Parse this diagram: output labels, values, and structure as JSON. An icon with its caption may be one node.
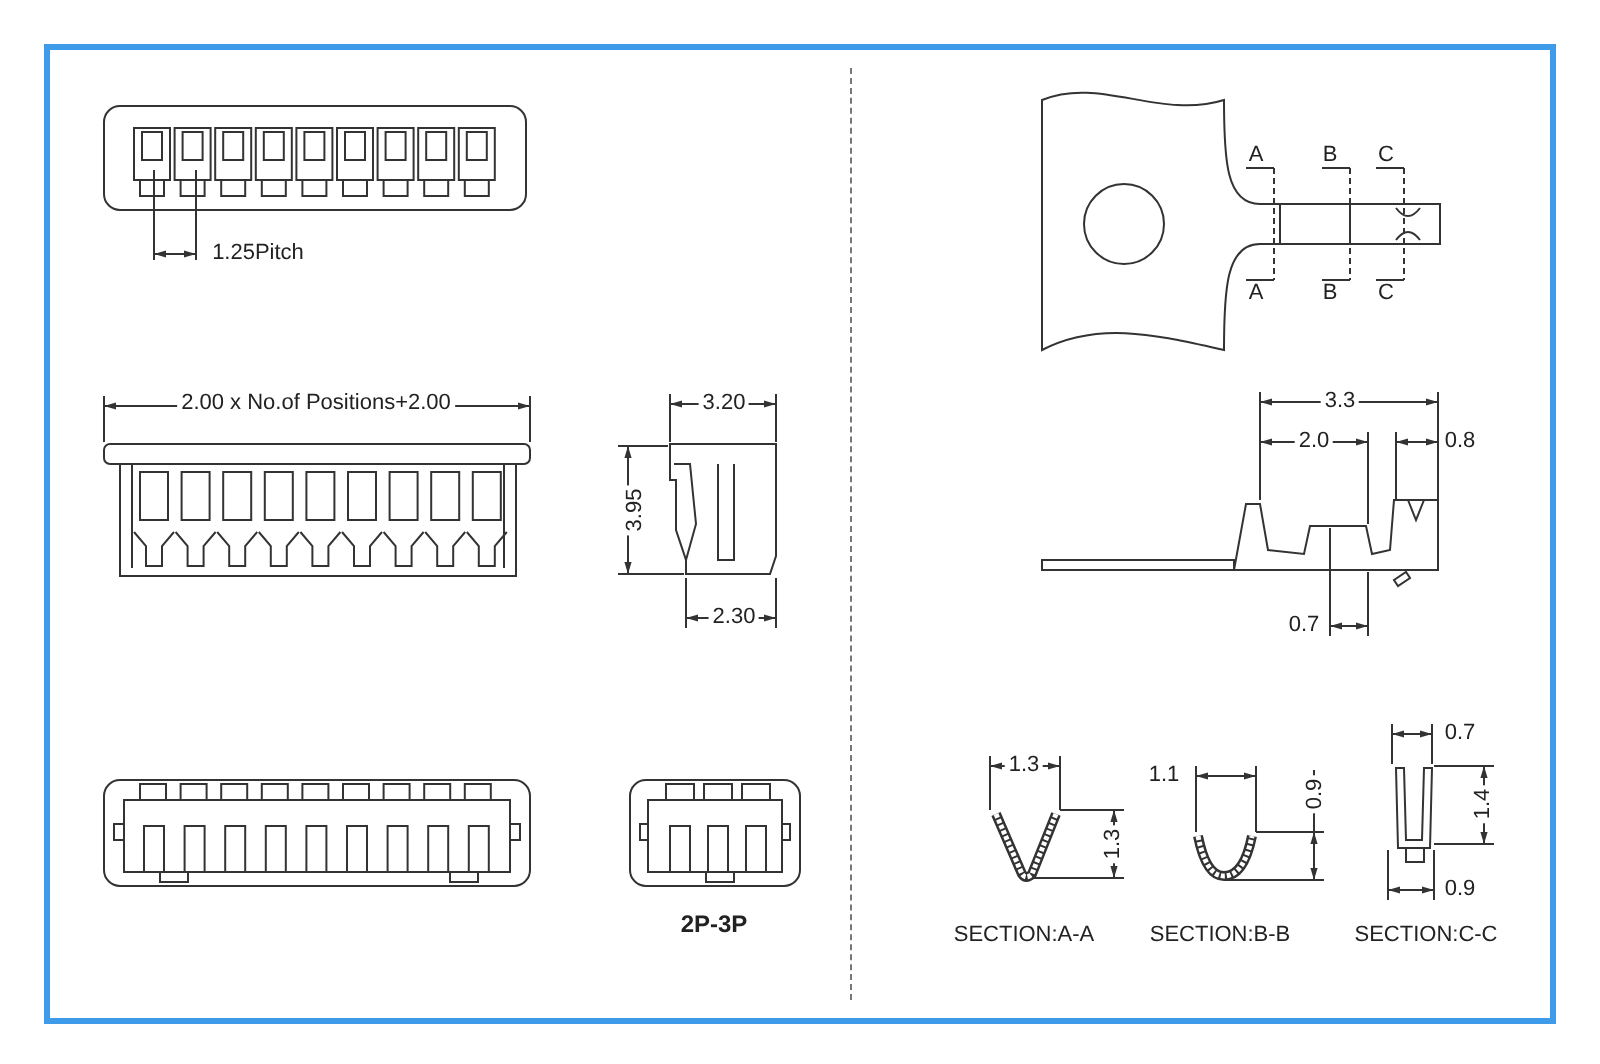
{
  "diagram": {
    "labels": [
      "1.25Pitch",
      "2.00  x  No.of  Positions+2.00",
      "3.20",
      "3.95",
      "2.30",
      "2P-3P",
      "A",
      "B",
      "C",
      "A",
      "B",
      "C",
      "3.3",
      "2.0",
      "0.8",
      "0.7",
      "1.3",
      "1.3",
      "1.1",
      "0.9",
      "0.7",
      "1.4",
      "0.9",
      "SECTION:A-A",
      "SECTION:B-B",
      "SECTION:C-C"
    ]
  }
}
